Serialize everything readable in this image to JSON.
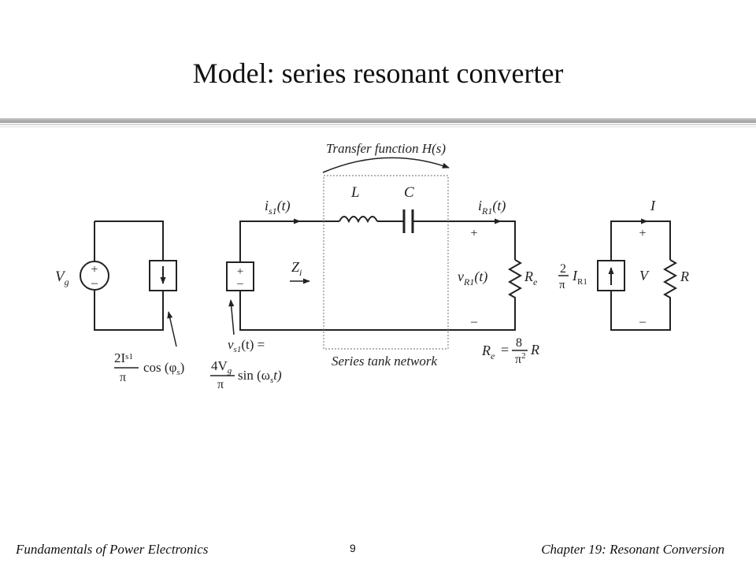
{
  "slide": {
    "title": "Model: series resonant converter",
    "footer_left": "Fundamentals of Power Electronics",
    "page_number": "9",
    "footer_right": "Chapter 19: Resonant Conversion"
  },
  "diagram": {
    "transfer_function_label": "Transfer function H(s)",
    "tank_label": "Series tank network",
    "source_dc": {
      "symbol": "V",
      "sub": "g"
    },
    "current_source_expr": {
      "num": "2I",
      "num_sub": "s1",
      "den": "π",
      "rest": "cos (φ",
      "rest_sub": "s",
      "rest_close": ")"
    },
    "vs1_expr": {
      "lhs": "v",
      "lhs_sub": "s1",
      "lhs_rest": "(t) =",
      "num": "4V",
      "num_sub": "g",
      "den": "π",
      "rest": "sin (ω",
      "rest_sub": "s",
      "rest_close": "t)"
    },
    "current_is1": {
      "base": "i",
      "sub": "s1",
      "rest": "(t)"
    },
    "impedance": {
      "base": "Z",
      "sub": "i"
    },
    "inductor_label": "L",
    "capacitor_label": "C",
    "current_iR1": {
      "base": "i",
      "sub": "R1",
      "rest": "(t)"
    },
    "voltage_vR1": {
      "base": "v",
      "sub": "R1",
      "rest": "(t)"
    },
    "resistor_Re": {
      "base": "R",
      "sub": "e"
    },
    "re_formula": {
      "lhs": "R",
      "lhs_sub": "e",
      "eq": "=",
      "num": "8",
      "den": "π",
      "den_sup": "2",
      "rhs": "R"
    },
    "output_current_expr": {
      "num": "2",
      "den": "π",
      "base": "I",
      "sub": "R1"
    },
    "output_I": "I",
    "output_V": "V",
    "output_R": "R",
    "plus": "+",
    "minus": "–"
  }
}
